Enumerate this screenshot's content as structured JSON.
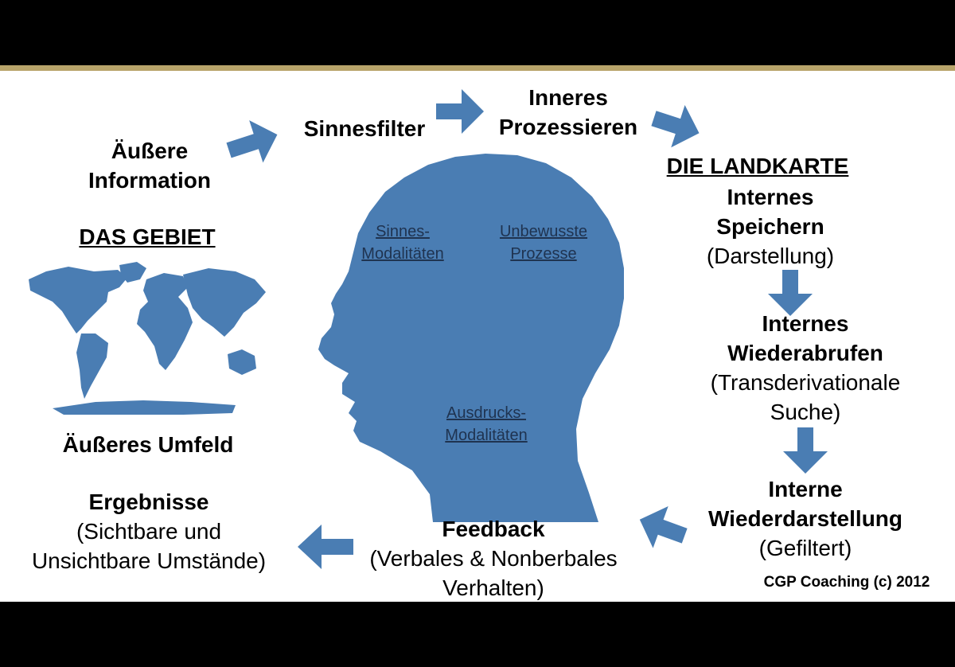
{
  "colors": {
    "shape_blue": "#4a7db3",
    "gold_line": "#b8a46a",
    "background": "#ffffff",
    "frame": "#000000"
  },
  "diagram": {
    "outer_info": [
      "Äußere",
      "Information"
    ],
    "sense_filter": "Sinnesfilter",
    "inner_processing": [
      "Inneres",
      "Prozessieren"
    ],
    "the_map": "DIE LANDKARTE",
    "internal_storage": [
      "Internes",
      "Speichern"
    ],
    "internal_storage_sub": "(Darstellung)",
    "internal_retrieval": [
      "Internes",
      "Wiederabrufen"
    ],
    "internal_retrieval_sub": [
      "(Transderivationale",
      "Suche)"
    ],
    "internal_representation": [
      "Interne",
      "Wiederdarstellung"
    ],
    "internal_representation_sub": "(Gefiltert)",
    "feedback": "Feedback",
    "feedback_sub": [
      "(Verbales & Nonberbales",
      "Verhalten)"
    ],
    "results": "Ergebnisse",
    "results_sub": [
      "(Sichtbare und",
      "Unsichtbare Umstände)"
    ],
    "outer_environment": "Äußeres Umfeld",
    "the_territory": "DAS GEBIET",
    "head": {
      "sense_modalities": [
        "Sinnes-",
        "Modalitäten"
      ],
      "unconscious_processes": [
        "Unbewusste",
        "Prozesse"
      ],
      "expression_modalities": [
        "Ausdrucks-",
        "Modalitäten"
      ]
    },
    "credit": "CGP Coaching (c) 2012"
  }
}
